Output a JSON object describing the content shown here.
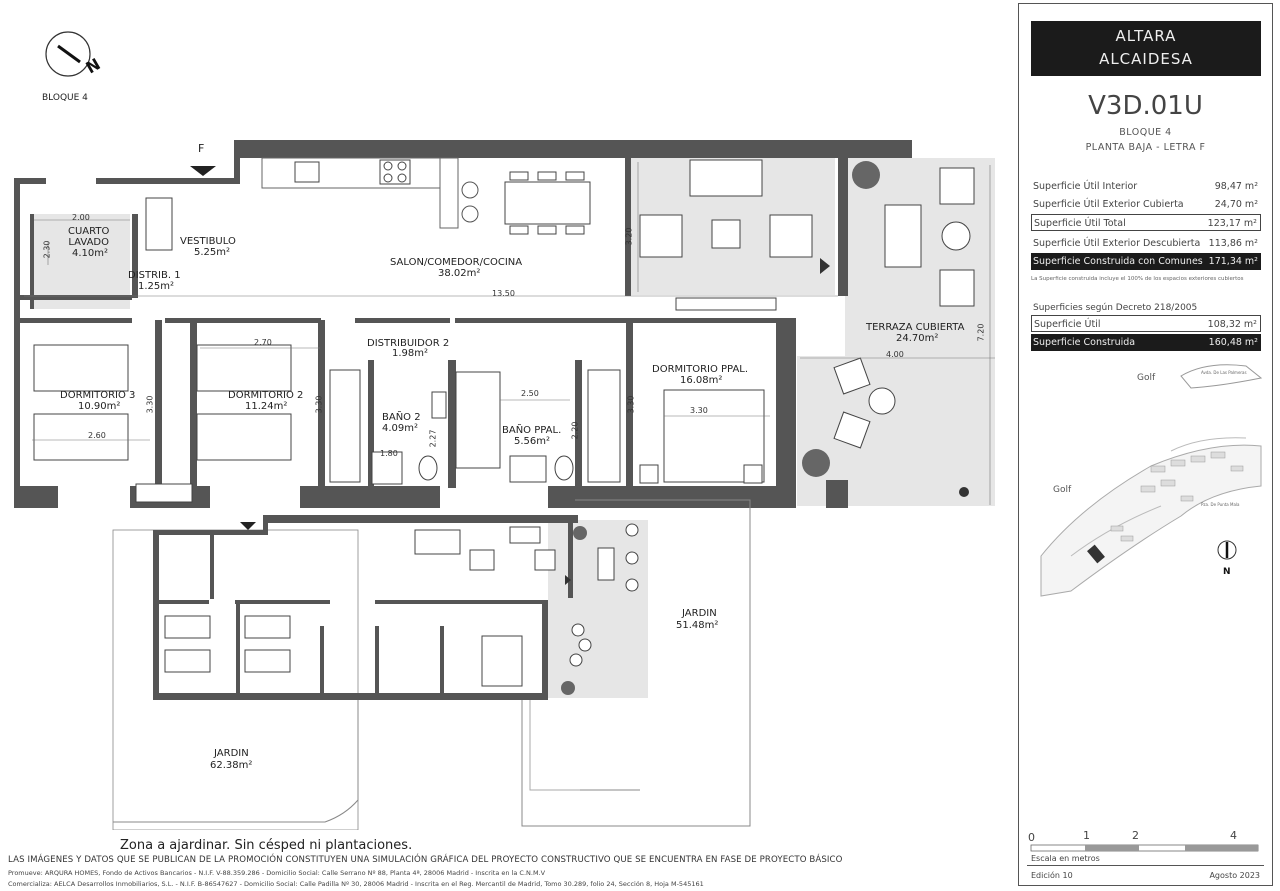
{
  "block_label": "BLOQUE 4",
  "entrance_marker": "F",
  "rooms": {
    "cuarto_lavado": {
      "name": "CUARTO\nLAVADO",
      "area": "4.10m²"
    },
    "vestibulo": {
      "name": "VESTIBULO",
      "area": "5.25m²"
    },
    "distrib_1": {
      "name": "DISTRIB. 1",
      "area": "1.25m²"
    },
    "salon": {
      "name": "SALON/COMEDOR/COCINA",
      "area": "38.02m²"
    },
    "distribuidor_2": {
      "name": "DISTRIBUIDOR 2",
      "area": "1.98m²"
    },
    "dormitorio_3": {
      "name": "DORMITORIO 3",
      "area": "10.90m²"
    },
    "dormitorio_2": {
      "name": "DORMITORIO 2",
      "area": "11.24m²"
    },
    "bano_2": {
      "name": "BAÑO 2",
      "area": "4.09m²"
    },
    "bano_ppal": {
      "name": "BAÑO PPAL.",
      "area": "5.56m²"
    },
    "dormitorio_ppal": {
      "name": "DORMITORIO PPAL.",
      "area": "16.08m²"
    },
    "terraza": {
      "name": "TERRAZA CUBIERTA",
      "area": "24.70m²"
    }
  },
  "dimensions": {
    "d200": "2.00",
    "d230": "2.30",
    "d1350": "13.50",
    "d320": "3.20",
    "d720": "7.20",
    "d400": "4.00",
    "d270": "2.70",
    "d330a": "3.30",
    "d330b": "3.30",
    "d330c": "3.30",
    "d330d": "3.30",
    "d260": "2.60",
    "d250": "2.50",
    "d227": "2.27",
    "d180": "1.80",
    "d220": "2.20"
  },
  "gardens": {
    "jardin_right": {
      "name": "JARDIN",
      "area": "51.48m²"
    },
    "jardin_left": {
      "name": "JARDIN",
      "area": "62.38m²"
    }
  },
  "panel": {
    "brand_line1": "ALTARA",
    "brand_line2": "ALCAIDESA",
    "unit_code": "V3D.01U",
    "block": "BLOQUE 4",
    "floor": "PLANTA BAJA - LETRA F",
    "rows": [
      {
        "label": "Superficie Útil Interior",
        "value": "98,47 m²",
        "style": "plain"
      },
      {
        "label": "Superficie Útil Exterior Cubierta",
        "value": "24,70 m²",
        "style": "plain"
      },
      {
        "label": "Superficie Útil Total",
        "value": "123,17 m²",
        "style": "box"
      },
      {
        "label": "Superficie Útil Exterior Descubierta",
        "value": "113,86 m²",
        "style": "plain"
      },
      {
        "label": "Superficie Construida con Comunes",
        "value": "171,34 m²",
        "style": "dark"
      }
    ],
    "note": "La Superficie construida incluye el 100% de los espacios exteriores cubiertos",
    "decree_title": "Superficies según Decreto 218/2005",
    "decree_rows": [
      {
        "label": "Superficie Útil",
        "value": "108,32 m²",
        "style": "box"
      },
      {
        "label": "Superficie Construida",
        "value": "160,48 m²",
        "style": "dark"
      }
    ],
    "map_labels": {
      "golf1": "Golf",
      "golf2": "Golf",
      "road1": "Avda. De Las Palmeras",
      "road2": "Pza. De Punta Mala",
      "north": "N"
    },
    "scale": {
      "n0": "0",
      "n1": "1",
      "n2": "2",
      "n4": "4",
      "label": "Escala en metros"
    },
    "edition": "Edición 10",
    "date": "Agosto 2023"
  },
  "footer": {
    "note": "Zona a ajardinar. Sin césped ni plantaciones.",
    "disclaimer": "LAS IMÁGENES Y DATOS QUE SE PUBLICAN DE LA PROMOCIÓN CONSTITUYEN UNA SIMULACIÓN GRÁFICA DEL PROYECTO CONSTRUCTIVO QUE SE ENCUENTRA EN FASE DE PROYECTO BÁSICO",
    "promoter": "Promueve: ARQURA HOMES, Fondo de Activos Bancarios - N.I.F. V-88.359.286 - Domicilio Social: Calle Serrano Nº 88, Planta 4ª, 28006 Madrid - Inscrita en la C.N.M.V",
    "seller": "Comercializa: AELCA Desarrollos Inmobiliarios, S.L. - N.I.F. B-86547627 - Domicilio Social: Calle Padilla Nº 30, 28006 Madrid - Inscrita en el Reg. Mercantil de Madrid, Tomo 30.289, folio 24, Sección 8, Hoja M-545161"
  }
}
